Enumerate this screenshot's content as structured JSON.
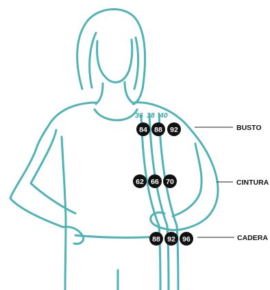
{
  "colors": {
    "outline": "#4fb3b5",
    "badge": "#111111",
    "badge_text": "#ffffff",
    "leader": "#222222",
    "size_label": "#3aa6a8"
  },
  "sizes": [
    "36",
    "38",
    "40"
  ],
  "rows": [
    {
      "label": "BUSTO",
      "values": [
        "84",
        "88",
        "92"
      ]
    },
    {
      "label": "CINTURA",
      "values": [
        "62",
        "66",
        "70"
      ]
    },
    {
      "label": "CADERA",
      "values": [
        "88",
        "92",
        "96"
      ]
    }
  ]
}
